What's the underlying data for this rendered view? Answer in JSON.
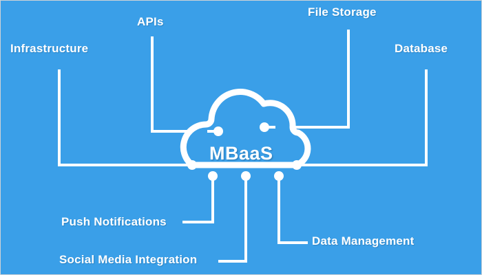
{
  "diagram": {
    "title": "MBaaS",
    "center_node": {
      "label": "MBaaS",
      "shape": "cloud"
    },
    "colors": {
      "background": "#3a9fe8",
      "stroke": "#ffffff",
      "text": "#ffffff",
      "border": "#cfd3d6"
    },
    "nodes": [
      {
        "id": "infrastructure",
        "label": "Infrastructure",
        "position": "top-left"
      },
      {
        "id": "apis",
        "label": "APIs",
        "position": "top"
      },
      {
        "id": "file-storage",
        "label": "File Storage",
        "position": "top-right"
      },
      {
        "id": "database",
        "label": "Database",
        "position": "right"
      },
      {
        "id": "push-notifications",
        "label": "Push Notifications",
        "position": "bottom-left"
      },
      {
        "id": "social-media-integration",
        "label": "Social Media Integration",
        "position": "bottom-left"
      },
      {
        "id": "data-management",
        "label": "Data Management",
        "position": "bottom-right"
      }
    ],
    "connections": [
      {
        "from": "infrastructure",
        "to": "MBaaS"
      },
      {
        "from": "apis",
        "to": "MBaaS"
      },
      {
        "from": "file-storage",
        "to": "MBaaS"
      },
      {
        "from": "database",
        "to": "MBaaS"
      },
      {
        "from": "push-notifications",
        "to": "MBaaS"
      },
      {
        "from": "social-media-integration",
        "to": "MBaaS"
      },
      {
        "from": "data-management",
        "to": "MBaaS"
      }
    ]
  }
}
